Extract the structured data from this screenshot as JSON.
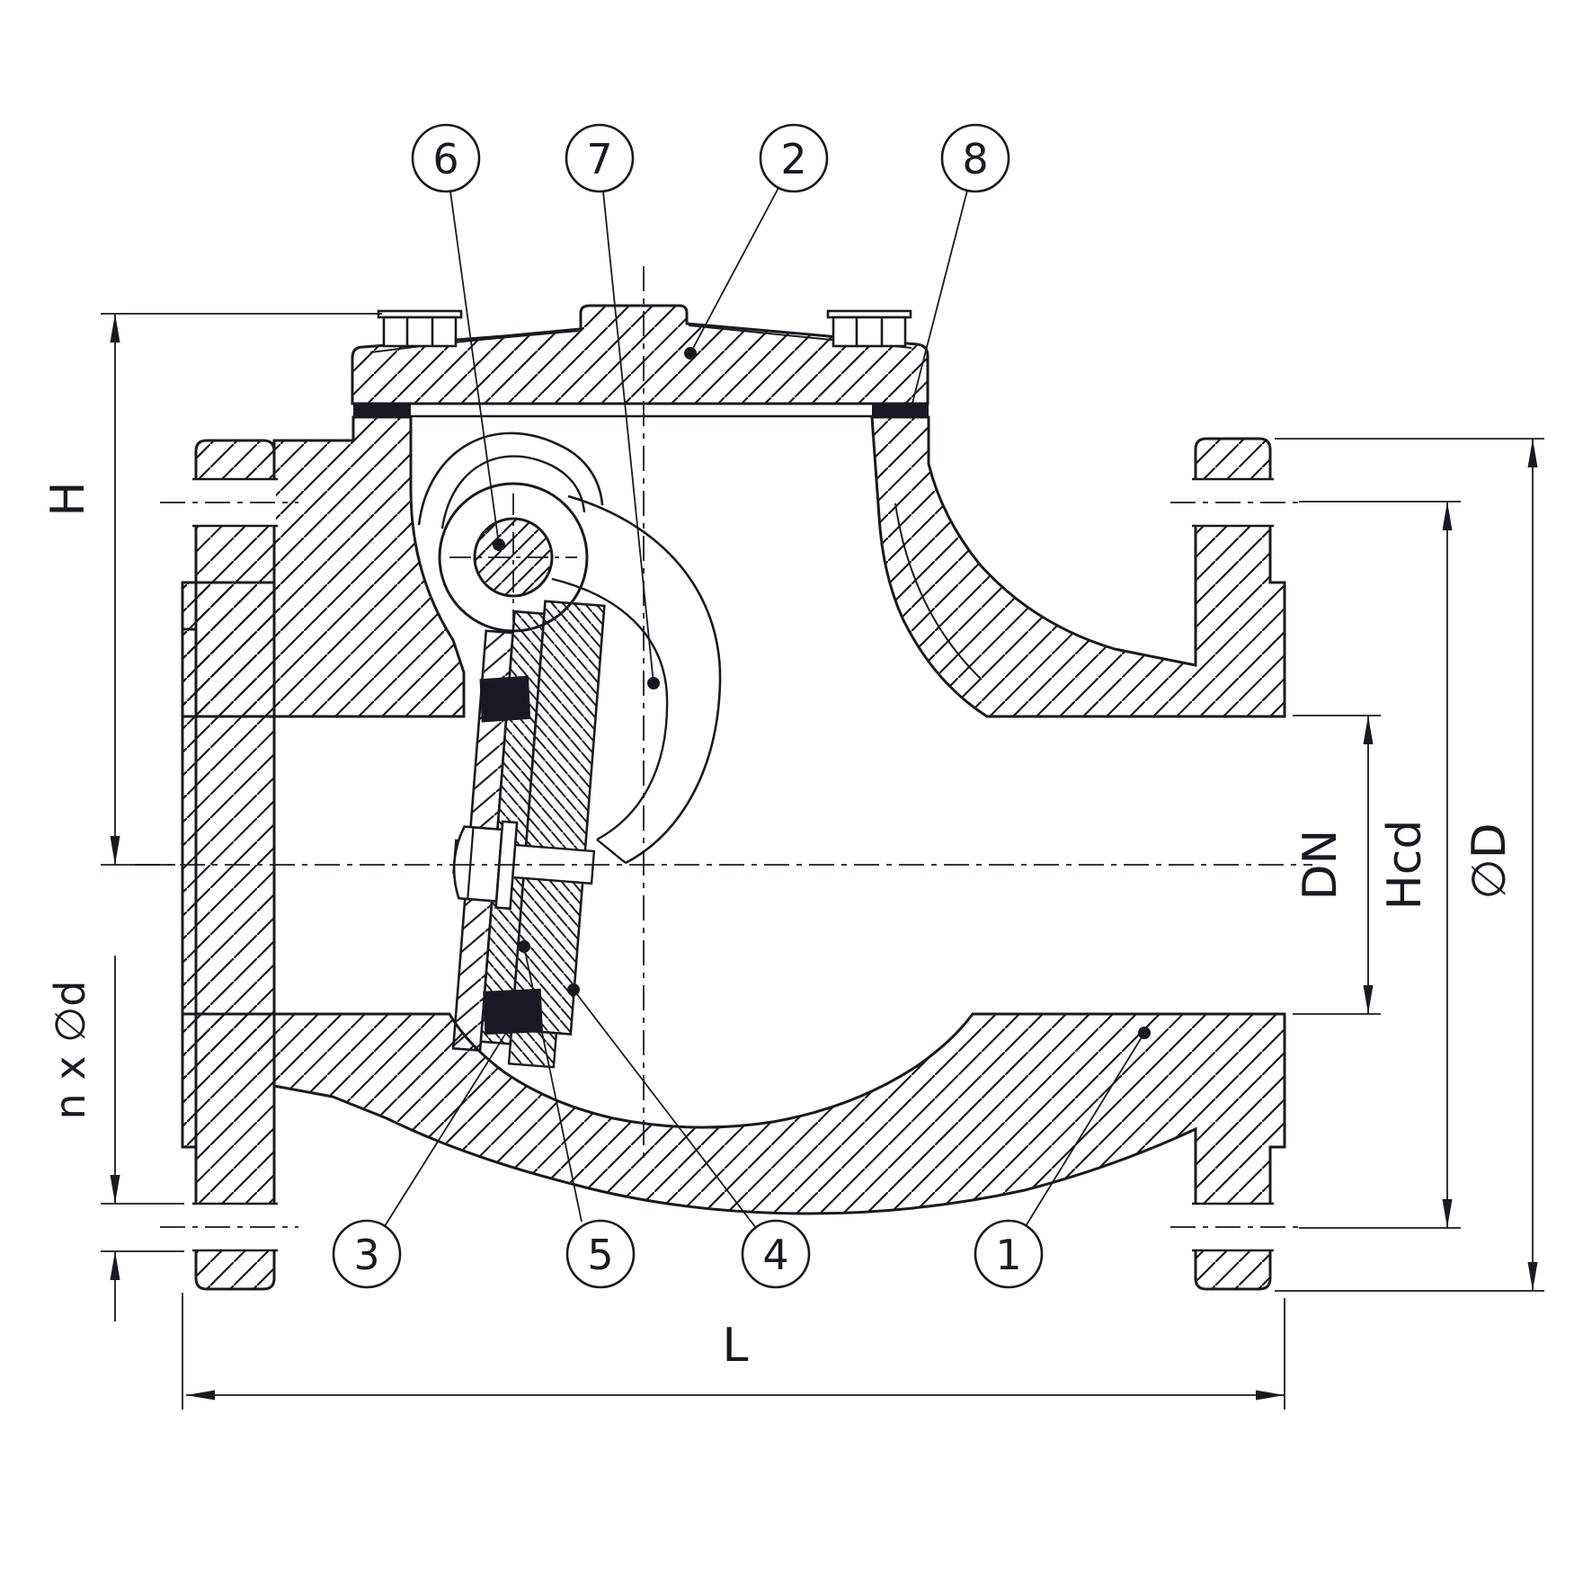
{
  "colors": {
    "line": "#191922",
    "background": "#ffffff"
  },
  "callouts": {
    "c1": {
      "label": "1"
    },
    "c2": {
      "label": "2"
    },
    "c3": {
      "label": "3"
    },
    "c4": {
      "label": "4"
    },
    "c5": {
      "label": "5"
    },
    "c6": {
      "label": "6"
    },
    "c7": {
      "label": "7"
    },
    "c8": {
      "label": "8"
    }
  },
  "dimensions": {
    "height": {
      "label": "H"
    },
    "bolt_holes": {
      "label": "n x ∅d"
    },
    "face_to_face_length": {
      "label": "L"
    },
    "nominal_bore": {
      "label": "DN"
    },
    "bolt_circle": {
      "label": "Hcd"
    },
    "flange_outer_diameter": {
      "label": "∅D"
    }
  }
}
